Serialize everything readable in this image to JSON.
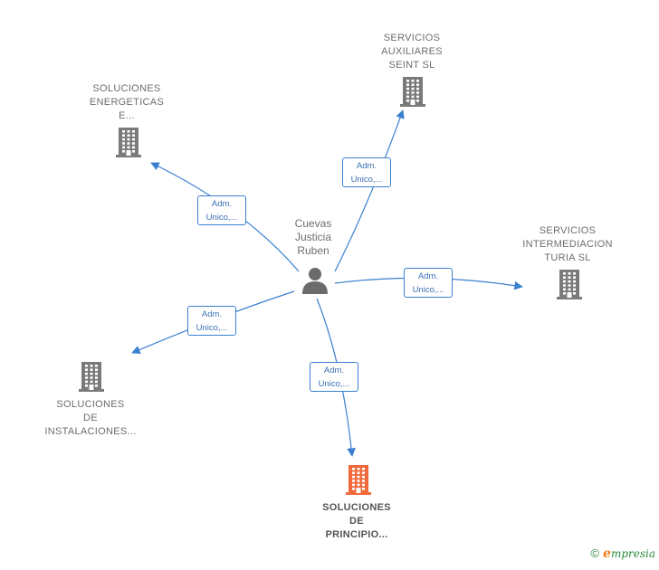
{
  "colors": {
    "edge": "#3a7fd0",
    "building": "#7a7a7a",
    "building_highlight": "#f26a3b",
    "person": "#6b6b6b"
  },
  "center": {
    "name": "Cuevas Justicia Ruben",
    "lines": [
      "Cuevas",
      "Justicia",
      "Ruben"
    ],
    "icon": "person-icon"
  },
  "companies": [
    {
      "id": "servicios-auxiliares",
      "lines": [
        "SERVICIOS",
        "AUXILIARES",
        "SEINT  SL"
      ],
      "icon": "building-icon",
      "highlight": false
    },
    {
      "id": "soluciones-energeticas",
      "lines": [
        "SOLUCIONES",
        "ENERGETICAS",
        "E..."
      ],
      "icon": "building-icon",
      "highlight": false
    },
    {
      "id": "servicios-intermediacion",
      "lines": [
        "SERVICIOS",
        "INTERMEDIACION",
        "TURIA SL"
      ],
      "icon": "building-icon",
      "highlight": false
    },
    {
      "id": "soluciones-instalaciones",
      "lines": [
        "SOLUCIONES",
        "DE",
        "INSTALACIONES..."
      ],
      "icon": "building-icon",
      "highlight": false
    },
    {
      "id": "soluciones-principio",
      "lines": [
        "SOLUCIONES",
        "DE",
        "PRINCIPIO..."
      ],
      "icon": "building-icon",
      "highlight": true
    }
  ],
  "edges": [
    {
      "to": "servicios-auxiliares",
      "lines": [
        "Adm.",
        "Unico,..."
      ]
    },
    {
      "to": "soluciones-energeticas",
      "lines": [
        "Adm.",
        "Unico,..."
      ]
    },
    {
      "to": "servicios-intermediacion",
      "lines": [
        "Adm.",
        "Unico,..."
      ]
    },
    {
      "to": "soluciones-instalaciones",
      "lines": [
        "Adm.",
        "Unico,..."
      ]
    },
    {
      "to": "soluciones-principio",
      "lines": [
        "Adm.",
        "Unico,..."
      ]
    }
  ],
  "footer": {
    "copyright_symbol": "©",
    "brand_initial": "e",
    "brand_rest": "mpresia"
  }
}
